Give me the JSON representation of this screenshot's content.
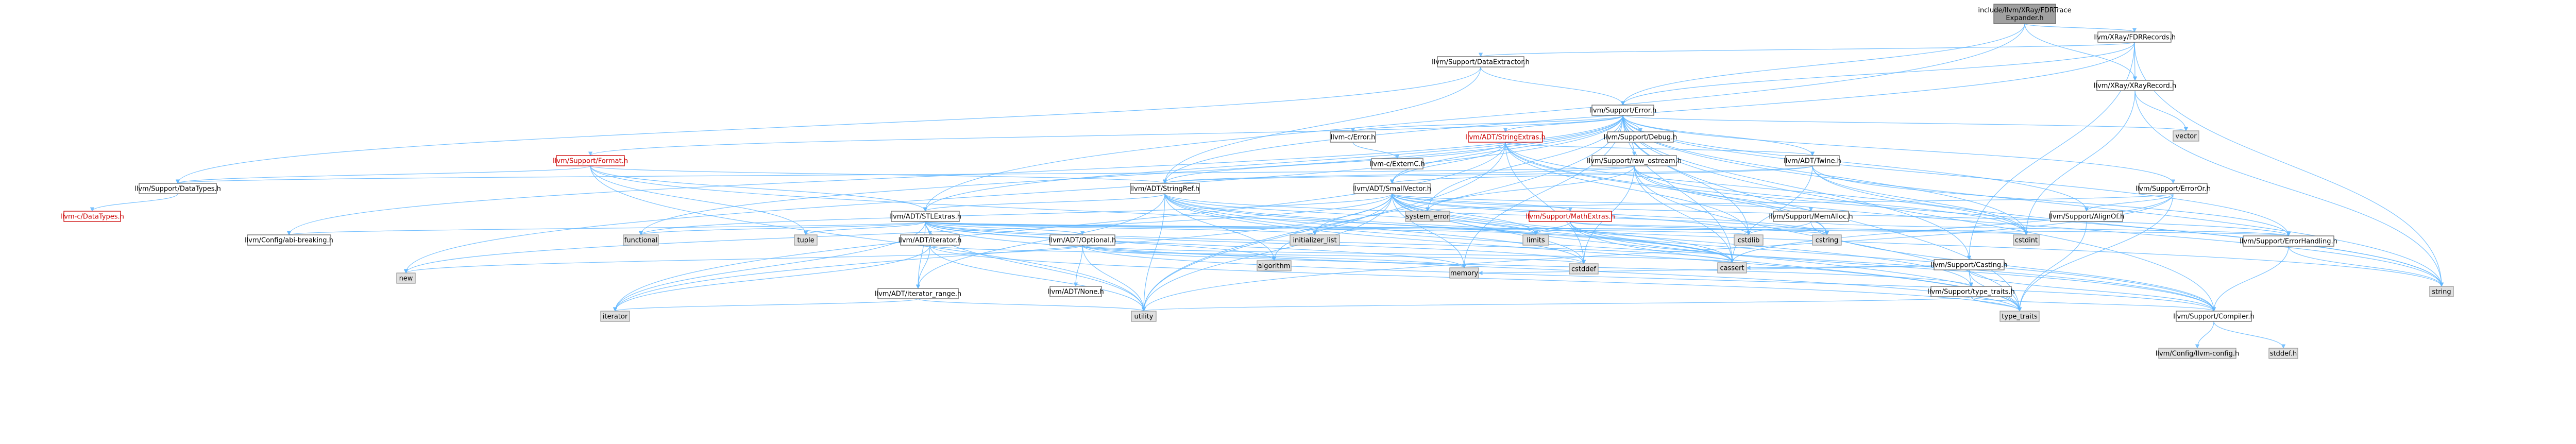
{
  "graph": {
    "nodes": [
      {
        "id": "root",
        "label": "include/llvm/XRay/FDRTrace\nExpander.h",
        "kind": "root"
      },
      {
        "id": "fdrrecords",
        "label": "llvm/XRay/FDRRecords.h",
        "kind": "user"
      },
      {
        "id": "dataext",
        "label": "llvm/Support/DataExtractor.h",
        "kind": "user"
      },
      {
        "id": "xrayrecord",
        "label": "llvm/XRay/XRayRecord.h",
        "kind": "user"
      },
      {
        "id": "error",
        "label": "llvm/Support/Error.h",
        "kind": "user"
      },
      {
        "id": "vector",
        "label": "vector",
        "kind": "std"
      },
      {
        "id": "cerrno",
        "label": "llvm-c/Error.h",
        "kind": "user"
      },
      {
        "id": "stringextras",
        "label": "llvm/ADT/StringExtras.h",
        "kind": "red"
      },
      {
        "id": "debug",
        "label": "llvm/Support/Debug.h",
        "kind": "user"
      },
      {
        "id": "format",
        "label": "llvm/Support/Format.h",
        "kind": "red"
      },
      {
        "id": "externc",
        "label": "llvm-c/ExternC.h",
        "kind": "user"
      },
      {
        "id": "rawostream",
        "label": "llvm/Support/raw_ostream.h",
        "kind": "user"
      },
      {
        "id": "twine",
        "label": "llvm/ADT/Twine.h",
        "kind": "user"
      },
      {
        "id": "erroror",
        "label": "llvm/Support/ErrorOr.h",
        "kind": "user"
      },
      {
        "id": "datatypes",
        "label": "llvm/Support/DataTypes.h",
        "kind": "user"
      },
      {
        "id": "stringref",
        "label": "llvm/ADT/StringRef.h",
        "kind": "user"
      },
      {
        "id": "smallvector",
        "label": "llvm/ADT/SmallVector.h",
        "kind": "user"
      },
      {
        "id": "cdatatypes",
        "label": "llvm-c/DataTypes.h",
        "kind": "red"
      },
      {
        "id": "stlextras",
        "label": "llvm/ADT/STLExtras.h",
        "kind": "user"
      },
      {
        "id": "mathextras",
        "label": "llvm/Support/MathExtras.h",
        "kind": "red"
      },
      {
        "id": "memalloc",
        "label": "llvm/Support/MemAlloc.h",
        "kind": "user"
      },
      {
        "id": "alignof",
        "label": "llvm/Support/AlignOf.h",
        "kind": "user"
      },
      {
        "id": "systemerror",
        "label": "system_error",
        "kind": "std"
      },
      {
        "id": "abibreaking",
        "label": "llvm/Config/abi-breaking.h",
        "kind": "user"
      },
      {
        "id": "functional",
        "label": "functional",
        "kind": "std"
      },
      {
        "id": "tuple",
        "label": "tuple",
        "kind": "std"
      },
      {
        "id": "adtiterator",
        "label": "llvm/ADT/iterator.h",
        "kind": "user"
      },
      {
        "id": "optional",
        "label": "llvm/ADT/Optional.h",
        "kind": "user"
      },
      {
        "id": "initlist",
        "label": "initializer_list",
        "kind": "std"
      },
      {
        "id": "limits",
        "label": "limits",
        "kind": "std"
      },
      {
        "id": "cstdlib",
        "label": "cstdlib",
        "kind": "std"
      },
      {
        "id": "cstring",
        "label": "cstring",
        "kind": "std"
      },
      {
        "id": "cstdint",
        "label": "cstdint",
        "kind": "std"
      },
      {
        "id": "casting",
        "label": "llvm/Support/Casting.h",
        "kind": "user"
      },
      {
        "id": "errorhandling",
        "label": "llvm/Support/ErrorHandling.h",
        "kind": "user"
      },
      {
        "id": "new",
        "label": "new",
        "kind": "std"
      },
      {
        "id": "iterrange",
        "label": "llvm/ADT/iterator_range.h",
        "kind": "user"
      },
      {
        "id": "adtnone",
        "label": "llvm/ADT/None.h",
        "kind": "user"
      },
      {
        "id": "algorithm",
        "label": "algorithm",
        "kind": "std"
      },
      {
        "id": "memory",
        "label": "memory",
        "kind": "std"
      },
      {
        "id": "cstddef",
        "label": "cstddef",
        "kind": "std"
      },
      {
        "id": "cassert",
        "label": "cassert",
        "kind": "std"
      },
      {
        "id": "typetraits",
        "label": "llvm/Support/type_traits.h",
        "kind": "user"
      },
      {
        "id": "string",
        "label": "string",
        "kind": "std"
      },
      {
        "id": "iterator",
        "label": "iterator",
        "kind": "std"
      },
      {
        "id": "utility",
        "label": "utility",
        "kind": "std"
      },
      {
        "id": "type_traits",
        "label": "type_traits",
        "kind": "std"
      },
      {
        "id": "compiler",
        "label": "llvm/Support/Compiler.h",
        "kind": "user"
      },
      {
        "id": "llvmconfig",
        "label": "llvm/Config/llvm-config.h",
        "kind": "std"
      },
      {
        "id": "stddef",
        "label": "stddef.h",
        "kind": "std"
      }
    ],
    "edges": [
      [
        "root",
        "fdrrecords"
      ],
      [
        "root",
        "xrayrecord"
      ],
      [
        "root",
        "error"
      ],
      [
        "root",
        "stlextras"
      ],
      [
        "fdrrecords",
        "dataext"
      ],
      [
        "fdrrecords",
        "xrayrecord"
      ],
      [
        "fdrrecords",
        "error"
      ],
      [
        "fdrrecords",
        "stringref"
      ],
      [
        "fdrrecords",
        "casting"
      ],
      [
        "fdrrecords",
        "string"
      ],
      [
        "dataext",
        "error"
      ],
      [
        "dataext",
        "stringref"
      ],
      [
        "dataext",
        "datatypes"
      ],
      [
        "xrayrecord",
        "vector"
      ],
      [
        "xrayrecord",
        "string"
      ],
      [
        "xrayrecord",
        "cstdint"
      ],
      [
        "error",
        "cerrno"
      ],
      [
        "error",
        "stringextras"
      ],
      [
        "error",
        "debug"
      ],
      [
        "error",
        "format"
      ],
      [
        "error",
        "rawostream"
      ],
      [
        "error",
        "twine"
      ],
      [
        "error",
        "erroror"
      ],
      [
        "error",
        "stlextras"
      ],
      [
        "error",
        "smallvector"
      ],
      [
        "error",
        "abibreaking"
      ],
      [
        "error",
        "alignof"
      ],
      [
        "error",
        "compiler"
      ],
      [
        "error",
        "errorhandling"
      ],
      [
        "error",
        "systemerror"
      ],
      [
        "error",
        "casting"
      ],
      [
        "error",
        "string"
      ],
      [
        "error",
        "vector"
      ],
      [
        "error",
        "cstdint"
      ],
      [
        "error",
        "cstdlib"
      ],
      [
        "error",
        "memory"
      ],
      [
        "error",
        "new"
      ],
      [
        "error",
        "functional"
      ],
      [
        "error",
        "cassert"
      ],
      [
        "error",
        "utility"
      ],
      [
        "error",
        "type_traits"
      ],
      [
        "cerrno",
        "externc"
      ],
      [
        "stringextras",
        "stringref"
      ],
      [
        "stringextras",
        "twine"
      ],
      [
        "stringextras",
        "smallvector"
      ],
      [
        "stringextras",
        "cstddef"
      ],
      [
        "stringextras",
        "cstdint"
      ],
      [
        "stringextras",
        "cstdlib"
      ],
      [
        "stringextras",
        "cstring"
      ],
      [
        "stringextras",
        "iterator"
      ],
      [
        "stringextras",
        "string"
      ],
      [
        "stringextras",
        "utility"
      ],
      [
        "format",
        "stlextras"
      ],
      [
        "format",
        "stringref"
      ],
      [
        "format",
        "datatypes"
      ],
      [
        "format",
        "cassert"
      ],
      [
        "format",
        "cstdio"
      ],
      [
        "format",
        "tuple"
      ],
      [
        "format",
        "utility"
      ],
      [
        "rawostream",
        "stringref"
      ],
      [
        "rawostream",
        "datatypes"
      ],
      [
        "rawostream",
        "cassert"
      ],
      [
        "rawostream",
        "cstddef"
      ],
      [
        "rawostream",
        "cstdint"
      ],
      [
        "rawostream",
        "cstring"
      ],
      [
        "rawostream",
        "string"
      ],
      [
        "rawostream",
        "systemerror"
      ],
      [
        "rawostream",
        "type_traits"
      ],
      [
        "twine",
        "smallvector"
      ],
      [
        "twine",
        "stringref"
      ],
      [
        "twine",
        "errorhandling"
      ],
      [
        "twine",
        "cassert"
      ],
      [
        "twine",
        "cstdint"
      ],
      [
        "twine",
        "string"
      ],
      [
        "erroror",
        "alignof"
      ],
      [
        "erroror",
        "cassert"
      ],
      [
        "erroror",
        "systemerror"
      ],
      [
        "erroror",
        "type_traits"
      ],
      [
        "erroror",
        "utility"
      ],
      [
        "datatypes",
        "cdatatypes"
      ],
      [
        "stringref",
        "stlextras"
      ],
      [
        "stringref",
        "iterrange"
      ],
      [
        "stringref",
        "compiler"
      ],
      [
        "stringref",
        "algorithm"
      ],
      [
        "stringref",
        "cassert"
      ],
      [
        "stringref",
        "cstddef"
      ],
      [
        "stringref",
        "cstring"
      ],
      [
        "stringref",
        "limits"
      ],
      [
        "stringref",
        "string"
      ],
      [
        "stringref",
        "type_traits"
      ],
      [
        "stringref",
        "utility"
      ],
      [
        "smallvector",
        "compiler"
      ],
      [
        "smallvector",
        "errorhandling"
      ],
      [
        "smallvector",
        "mathextras"
      ],
      [
        "smallvector",
        "memalloc"
      ],
      [
        "smallvector",
        "typetraits"
      ],
      [
        "smallvector",
        "algorithm"
      ],
      [
        "smallvector",
        "cassert"
      ],
      [
        "smallvector",
        "cstddef"
      ],
      [
        "smallvector",
        "cstdlib"
      ],
      [
        "smallvector",
        "cstring"
      ],
      [
        "smallvector",
        "functional"
      ],
      [
        "smallvector",
        "initlist"
      ],
      [
        "smallvector",
        "iterator"
      ],
      [
        "smallvector",
        "limits"
      ],
      [
        "smallvector",
        "memory"
      ],
      [
        "smallvector",
        "new"
      ],
      [
        "smallvector",
        "type_traits"
      ],
      [
        "smallvector",
        "utility"
      ],
      [
        "stlextras",
        "optional"
      ],
      [
        "stlextras",
        "adtiterator"
      ],
      [
        "stlextras",
        "iterrange"
      ],
      [
        "stlextras",
        "abibreaking"
      ],
      [
        "stlextras",
        "errorhandling"
      ],
      [
        "stlextras",
        "algorithm"
      ],
      [
        "stlextras",
        "cassert"
      ],
      [
        "stlextras",
        "cstddef"
      ],
      [
        "stlextras",
        "cstdint"
      ],
      [
        "stlextras",
        "cstdlib"
      ],
      [
        "stlextras",
        "functional"
      ],
      [
        "stlextras",
        "initlist"
      ],
      [
        "stlextras",
        "iterator"
      ],
      [
        "stlextras",
        "limits"
      ],
      [
        "stlextras",
        "memory"
      ],
      [
        "stlextras",
        "tuple"
      ],
      [
        "stlextras",
        "type_traits"
      ],
      [
        "stlextras",
        "utility"
      ],
      [
        "mathextras",
        "compiler"
      ],
      [
        "mathextras",
        "cassert"
      ],
      [
        "mathextras",
        "climits"
      ],
      [
        "mathextras",
        "cmath"
      ],
      [
        "mathextras",
        "cstdint"
      ],
      [
        "mathextras",
        "cstring"
      ],
      [
        "mathextras",
        "limits"
      ],
      [
        "mathextras",
        "type_traits"
      ],
      [
        "memalloc",
        "compiler"
      ],
      [
        "memalloc",
        "errorhandling"
      ],
      [
        "memalloc",
        "cstdlib"
      ],
      [
        "alignof",
        "type_traits"
      ],
      [
        "adtiterator",
        "iterrange"
      ],
      [
        "adtiterator",
        "cstddef"
      ],
      [
        "adtiterator",
        "iterator"
      ],
      [
        "adtiterator",
        "type_traits"
      ],
      [
        "adtiterator",
        "utility"
      ],
      [
        "optional",
        "adtnone"
      ],
      [
        "optional",
        "compiler"
      ],
      [
        "optional",
        "typetraits"
      ],
      [
        "optional",
        "cassert"
      ],
      [
        "optional",
        "memory"
      ],
      [
        "optional",
        "new"
      ],
      [
        "optional",
        "utility"
      ],
      [
        "casting",
        "compiler"
      ],
      [
        "casting",
        "typetraits"
      ],
      [
        "casting",
        "cassert"
      ],
      [
        "casting",
        "memory"
      ],
      [
        "casting",
        "type_traits"
      ],
      [
        "errorhandling",
        "compiler"
      ],
      [
        "errorhandling",
        "string"
      ],
      [
        "iterrange",
        "iterator"
      ],
      [
        "iterrange",
        "utility"
      ],
      [
        "typetraits",
        "compiler"
      ],
      [
        "typetraits",
        "type_traits"
      ],
      [
        "typetraits",
        "utility"
      ],
      [
        "compiler",
        "llvmconfig"
      ],
      [
        "compiler",
        "stddef"
      ]
    ]
  }
}
